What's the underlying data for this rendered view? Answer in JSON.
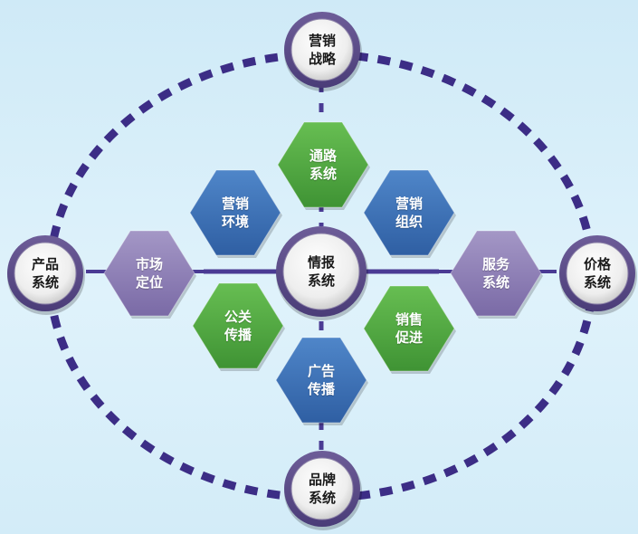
{
  "colors": {
    "ring": "#3c2d86",
    "connector": "#4a3b94",
    "circle_rim": "#5a4a8a",
    "blue": "#3b6fb5",
    "green": "#4fa83f",
    "purple": "#8a7bb3"
  },
  "center": {
    "label": "情报\n系统"
  },
  "outer_nodes": [
    {
      "id": "top",
      "label": "营销\n战略"
    },
    {
      "id": "bottom",
      "label": "品牌\n系统"
    },
    {
      "id": "left",
      "label": "产品\n系统"
    },
    {
      "id": "right",
      "label": "价格\n系统"
    }
  ],
  "hex_nodes": [
    {
      "id": "channel",
      "label": "通路\n系统",
      "color": "green"
    },
    {
      "id": "ad",
      "label": "广告\n传播",
      "color": "blue"
    },
    {
      "id": "env",
      "label": "营销\n环境",
      "color": "blue"
    },
    {
      "id": "org",
      "label": "营销\n组织",
      "color": "blue"
    },
    {
      "id": "pr",
      "label": "公关\n传播",
      "color": "green"
    },
    {
      "id": "promo",
      "label": "销售\n促进",
      "color": "green"
    },
    {
      "id": "position",
      "label": "市场\n定位",
      "color": "purple"
    },
    {
      "id": "service",
      "label": "服务\n系统",
      "color": "purple"
    }
  ]
}
